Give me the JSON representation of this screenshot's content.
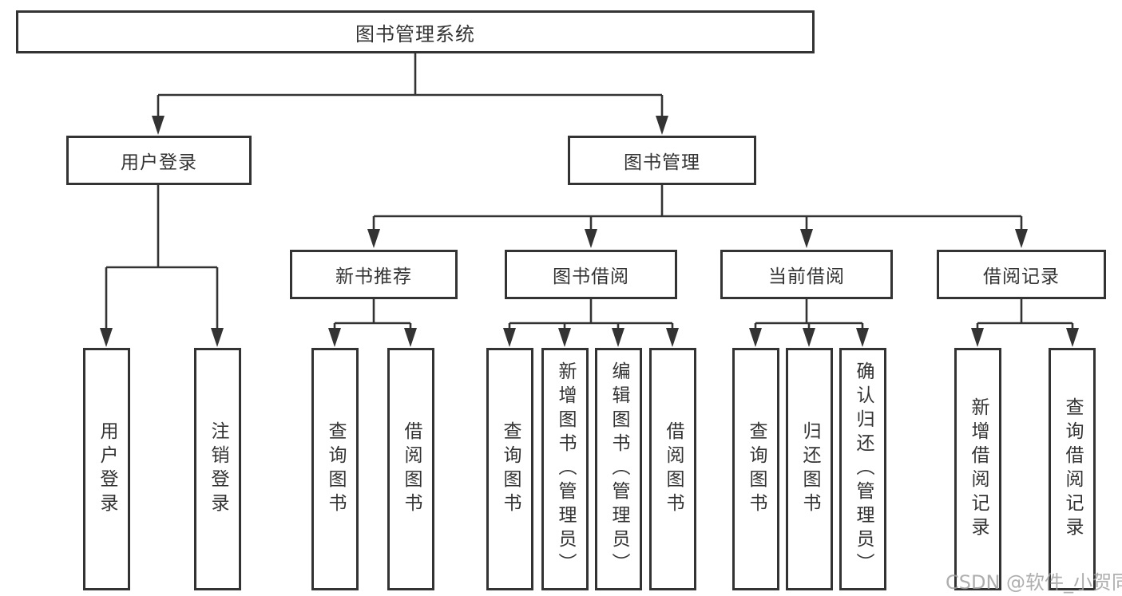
{
  "diagram": {
    "title": "图书管理系统",
    "colors": {
      "background": "#ffffff",
      "box_border": "#333333",
      "text": "#333333",
      "connector_line": "#333333",
      "watermark": "#a0a0a0"
    },
    "watermark": {
      "text": "CSDN @软件_小贺同学"
    },
    "nodes": {
      "root": {
        "label": "图书管理系统"
      },
      "user_login": {
        "label": "用户登录"
      },
      "book_mgmt": {
        "label": "图书管理"
      },
      "new_book_rec": {
        "label": "新书推荐"
      },
      "book_borrow": {
        "label": "图书借阅"
      },
      "current_borrow": {
        "label": "当前借阅"
      },
      "borrow_record": {
        "label": "借阅记录"
      },
      "leaf_login": {
        "label": "用户登录"
      },
      "leaf_logout": {
        "label": "注销登录"
      },
      "leaf_nb_query": {
        "label": "查询图书"
      },
      "leaf_nb_borrow": {
        "label": "借阅图书"
      },
      "leaf_bb_query": {
        "label": "查询图书"
      },
      "leaf_bb_add": {
        "label": "新增图书（管理员）"
      },
      "leaf_bb_edit": {
        "label": "编辑图书（管理员）"
      },
      "leaf_bb_borrow": {
        "label": "借阅图书"
      },
      "leaf_cb_query": {
        "label": "查询图书"
      },
      "leaf_cb_return": {
        "label": "归还图书"
      },
      "leaf_cb_confirm": {
        "label": "确认归还（管理员）"
      },
      "leaf_br_add": {
        "label": "新增借阅记录"
      },
      "leaf_br_query": {
        "label": "查询借阅记录"
      }
    },
    "edges": [
      [
        "图书管理系统",
        "用户登录"
      ],
      [
        "图书管理系统",
        "图书管理"
      ],
      [
        "用户登录",
        "用户登录"
      ],
      [
        "用户登录",
        "注销登录"
      ],
      [
        "图书管理",
        "新书推荐"
      ],
      [
        "图书管理",
        "图书借阅"
      ],
      [
        "图书管理",
        "当前借阅"
      ],
      [
        "图书管理",
        "借阅记录"
      ],
      [
        "新书推荐",
        "查询图书"
      ],
      [
        "新书推荐",
        "借阅图书"
      ],
      [
        "图书借阅",
        "查询图书"
      ],
      [
        "图书借阅",
        "新增图书（管理员）"
      ],
      [
        "图书借阅",
        "编辑图书（管理员）"
      ],
      [
        "图书借阅",
        "借阅图书"
      ],
      [
        "当前借阅",
        "查询图书"
      ],
      [
        "当前借阅",
        "归还图书"
      ],
      [
        "当前借阅",
        "确认归还（管理员）"
      ],
      [
        "借阅记录",
        "新增借阅记录"
      ],
      [
        "借阅记录",
        "查询借阅记录"
      ]
    ]
  }
}
